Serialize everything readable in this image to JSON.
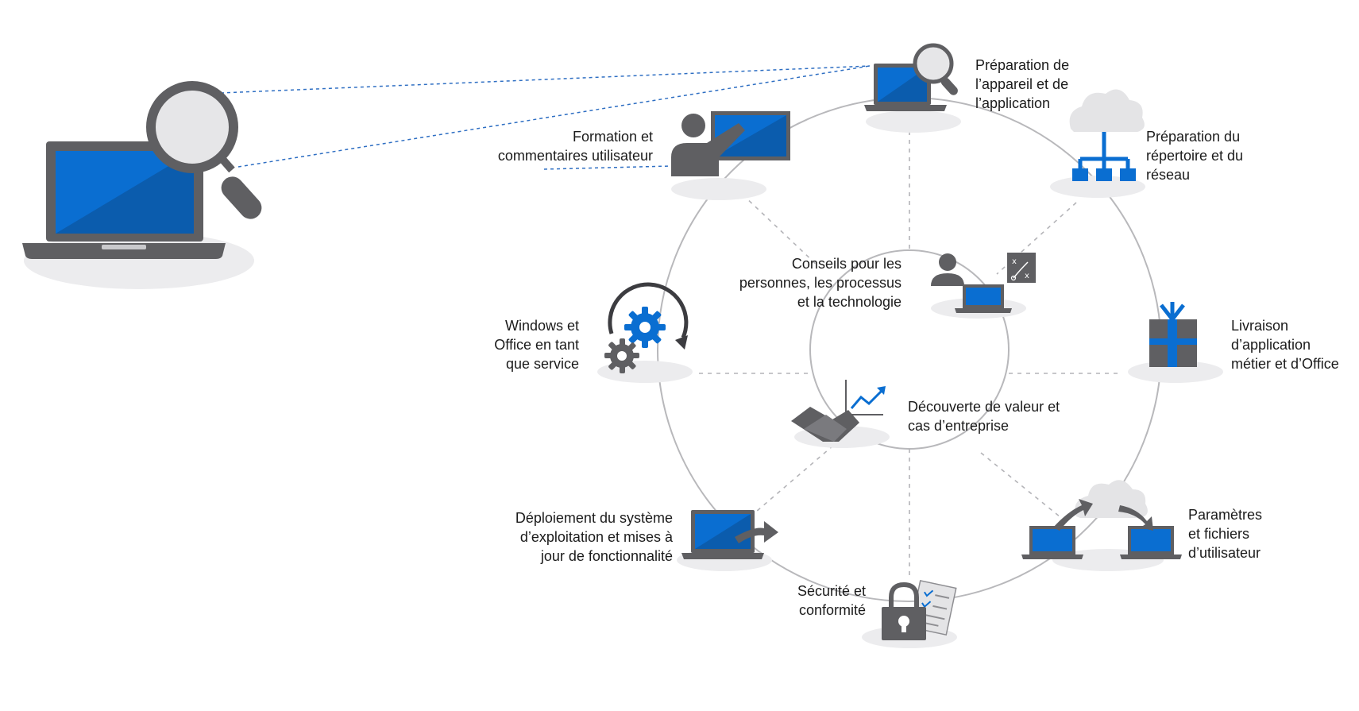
{
  "title": "",
  "colors": {
    "accent_blue": "#0a6ed1",
    "screen_blue_dark": "#0b5cad",
    "device_gray": "#5f5f62",
    "shadow_gray": "#e9e9eb",
    "ring_gray": "#b8b8bb",
    "connector_blue": "#2f6fc3"
  },
  "hub": {
    "icon": "laptop-magnifier-icon"
  },
  "labels": {
    "device_app_prep": [
      "Préparation de",
      "l’appareil et de",
      "l’application"
    ],
    "training": [
      "Formation et",
      "commentaires utilisateur"
    ],
    "directory_network": [
      "Préparation du",
      "répertoire et du",
      "réseau"
    ],
    "advice": [
      "Conseils pour les",
      "personnes, les processus",
      "et la technologie"
    ],
    "windows_office": [
      "Windows et",
      "Office en tant",
      "que service"
    ],
    "lob_delivery": [
      "Livraison",
      "d’application",
      "métier et d’Office"
    ],
    "value_discovery": [
      "Découverte de valeur et",
      "cas d’entreprise"
    ],
    "os_deployment": [
      "Déploiement du système",
      "d’exploitation et mises à",
      "jour de fonctionnalité"
    ],
    "user_settings": [
      "Paramètres",
      "et fichiers",
      "d’utilisateur"
    ],
    "security": [
      "Sécurité et",
      "conformité"
    ]
  },
  "icons": {
    "device_app_prep": "laptop-search-icon",
    "training": "presenter-screen-icon",
    "directory_network": "cloud-network-icon",
    "advice": "person-laptop-strategy-icon",
    "windows_office": "gears-cycle-icon",
    "lob_delivery": "gift-box-icon",
    "value_discovery": "handshake-chart-icon",
    "os_deployment": "laptop-arrow-icon",
    "user_settings": "cloud-sync-laptops-icon",
    "security": "padlock-document-icon"
  }
}
